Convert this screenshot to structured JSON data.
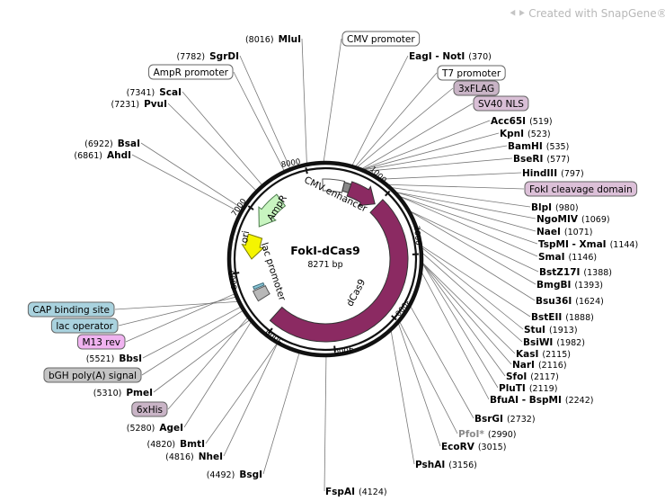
{
  "watermark": {
    "text": "Created with SnapGene®",
    "icon": "snapgene-logo-icon"
  },
  "plasmid": {
    "name": "FokI-dCas9",
    "size": "8271 bp"
  },
  "ticks": [
    "1000",
    "2000",
    "3000",
    "4000",
    "5000",
    "6000",
    "7000",
    "8000"
  ],
  "arc_labels": {
    "cmv_enhancer": "CMV enhancer",
    "dcas9": "dCas9",
    "ampr": "AmpR",
    "ori": "ori",
    "lac_promoter": "lac promoter"
  },
  "right_labels": [
    {
      "kind": "box",
      "text": "CMV promoter",
      "fill": "#ffffff"
    },
    {
      "kind": "enzyme",
      "name": "EagI - NotI",
      "pos": "(370)"
    },
    {
      "kind": "box",
      "text": "T7 promoter",
      "fill": "#ffffff"
    },
    {
      "kind": "box",
      "text": "3xFLAG",
      "fill": "#c9b4c6"
    },
    {
      "kind": "box",
      "text": "SV40 NLS",
      "fill": "#d9bfd6"
    },
    {
      "kind": "enzyme",
      "name": "Acc65I",
      "pos": "(519)"
    },
    {
      "kind": "enzyme",
      "name": "KpnI",
      "pos": "(523)"
    },
    {
      "kind": "enzyme",
      "name": "BamHI",
      "pos": "(535)"
    },
    {
      "kind": "enzyme",
      "name": "BseRI",
      "pos": "(577)"
    },
    {
      "kind": "enzyme",
      "name": "HindIII",
      "pos": "(797)"
    },
    {
      "kind": "box",
      "text": "FokI cleavage domain",
      "fill": "#dcc0d8"
    },
    {
      "kind": "enzyme",
      "name": "BlpI",
      "pos": "(980)"
    },
    {
      "kind": "enzyme",
      "name": "NgoMIV",
      "pos": "(1069)"
    },
    {
      "kind": "enzyme",
      "name": "NaeI",
      "pos": "(1071)"
    },
    {
      "kind": "enzyme",
      "name": "TspMI - XmaI",
      "pos": "(1144)"
    },
    {
      "kind": "enzyme",
      "name": "SmaI",
      "pos": "(1146)"
    },
    {
      "kind": "enzyme",
      "name": "BstZ17I",
      "pos": "(1388)"
    },
    {
      "kind": "enzyme",
      "name": "BmgBI",
      "pos": "(1393)"
    },
    {
      "kind": "enzyme",
      "name": "Bsu36I",
      "pos": "(1624)"
    },
    {
      "kind": "enzyme",
      "name": "BstEII",
      "pos": "(1888)"
    },
    {
      "kind": "enzyme",
      "name": "StuI",
      "pos": "(1913)"
    },
    {
      "kind": "enzyme",
      "name": "BsiWI",
      "pos": "(1982)"
    },
    {
      "kind": "enzyme",
      "name": "KasI",
      "pos": "(2115)"
    },
    {
      "kind": "enzyme",
      "name": "NarI",
      "pos": "(2116)"
    },
    {
      "kind": "enzyme",
      "name": "SfoI",
      "pos": "(2117)"
    },
    {
      "kind": "enzyme",
      "name": "PluTI",
      "pos": "(2119)"
    },
    {
      "kind": "enzyme",
      "name": "BfuAI - BspMI",
      "pos": "(2242)"
    },
    {
      "kind": "enzyme",
      "name": "BsrGI",
      "pos": "(2732)"
    },
    {
      "kind": "enzyme",
      "name": "PfoI*",
      "pos": "(2990)",
      "muted": true
    },
    {
      "kind": "enzyme",
      "name": "EcoRV",
      "pos": "(3015)"
    },
    {
      "kind": "enzyme",
      "name": "PshAI",
      "pos": "(3156)"
    },
    {
      "kind": "enzyme",
      "name": "FspAI",
      "pos": "(4124)"
    }
  ],
  "left_labels": [
    {
      "kind": "enzyme",
      "name": "MluI",
      "pos": "(8016)"
    },
    {
      "kind": "enzyme",
      "name": "SgrDI",
      "pos": "(7782)"
    },
    {
      "kind": "box",
      "text": "AmpR promoter",
      "fill": "#ffffff"
    },
    {
      "kind": "enzyme",
      "name": "ScaI",
      "pos": "(7341)"
    },
    {
      "kind": "enzyme",
      "name": "PvuI",
      "pos": "(7231)"
    },
    {
      "kind": "enzyme",
      "name": "BsaI",
      "pos": "(6922)"
    },
    {
      "kind": "enzyme",
      "name": "AhdI",
      "pos": "(6861)"
    },
    {
      "kind": "box",
      "text": "CAP binding site",
      "fill": "#a9d2de"
    },
    {
      "kind": "box",
      "text": "lac operator",
      "fill": "#a9d2de"
    },
    {
      "kind": "box",
      "text": "M13 rev",
      "fill": "#f0b3f0"
    },
    {
      "kind": "enzyme",
      "name": "BbsI",
      "pos": "(5521)"
    },
    {
      "kind": "box",
      "text": "bGH poly(A) signal",
      "fill": "#c4c4c4"
    },
    {
      "kind": "enzyme",
      "name": "PmeI",
      "pos": "(5310)"
    },
    {
      "kind": "box",
      "text": "6xHis",
      "fill": "#c9b4c6"
    },
    {
      "kind": "enzyme",
      "name": "AgeI",
      "pos": "(5280)"
    },
    {
      "kind": "enzyme",
      "name": "BmtI",
      "pos": "(4820)"
    },
    {
      "kind": "enzyme",
      "name": "NheI",
      "pos": "(4816)"
    },
    {
      "kind": "enzyme",
      "name": "BsgI",
      "pos": "(4492)"
    }
  ],
  "colors": {
    "backbone": "#111111",
    "dcas9": "#8b2a62",
    "ampr": "#c8f5c0",
    "ori": "#f5f500",
    "lac_promoter": "#b8b8b8",
    "cmv_enhancer": "#ffffff",
    "leader": "#777777",
    "muted": "#8a8a8a"
  }
}
